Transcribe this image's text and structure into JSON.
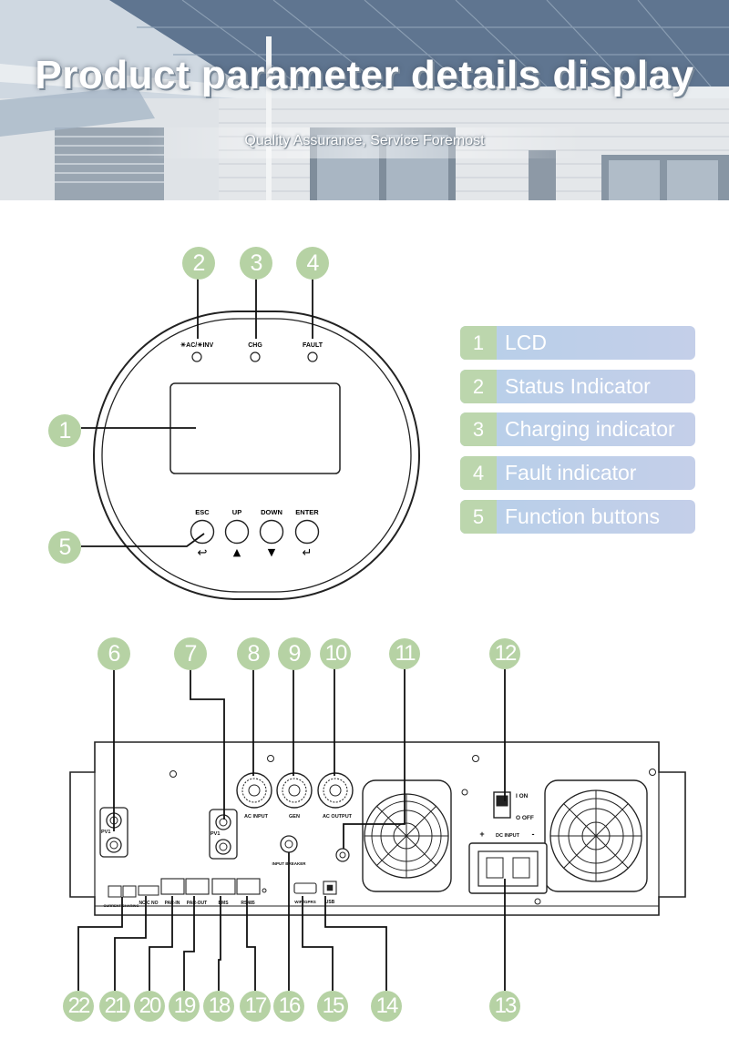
{
  "banner": {
    "title": "Product parameter details display",
    "subtitle": "Quality Assurance, Service Foremost"
  },
  "legend": [
    {
      "num": "1",
      "label": "LCD"
    },
    {
      "num": "2",
      "label": "Status Indicator"
    },
    {
      "num": "3",
      "label": "Charging indicator"
    },
    {
      "num": "4",
      "label": "Fault indicator"
    },
    {
      "num": "5",
      "label": "Function buttons"
    }
  ],
  "front_panel": {
    "indicators": [
      "☀AC/☀INV",
      "CHG",
      "FAULT"
    ],
    "buttons": [
      {
        "label": "ESC",
        "symbol": "↩"
      },
      {
        "label": "UP",
        "symbol": "▲"
      },
      {
        "label": "DOWN",
        "symbol": "▼"
      },
      {
        "label": "ENTER",
        "symbol": "↵"
      }
    ]
  },
  "rear_panel": {
    "switch_on": "I ON",
    "switch_off": "O OFF",
    "dc_input": "DC INPUT",
    "dc_plus": "+",
    "dc_minus": "-",
    "port_labels": {
      "pv1_left": "PV1",
      "pv1_right": "PV1",
      "ac_input": "AC INPUT",
      "gen": "GEN",
      "ac_output": "AC OUTPUT",
      "input_breaker": "INPUT BREAKER",
      "current_sharing": "CURRENT SHARING",
      "dry_contact": "NC C NO",
      "par_in": "PAR-IN",
      "par_out": "PAR-OUT",
      "bms": "BMS",
      "rs485": "RS485",
      "wifi_gprs": "WIFI/GPRS",
      "usb": "USB"
    }
  },
  "callouts": [
    "1",
    "2",
    "3",
    "4",
    "5",
    "6",
    "7",
    "8",
    "9",
    "10",
    "11",
    "12",
    "13",
    "14",
    "15",
    "16",
    "17",
    "18",
    "19",
    "20",
    "21",
    "22"
  ]
}
